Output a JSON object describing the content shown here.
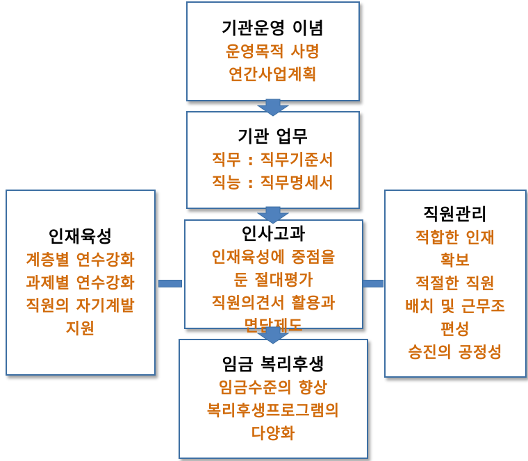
{
  "boxes": {
    "mission": {
      "title": "기관운영 이념",
      "lines": [
        "운영목적 사명",
        "연간사업계획"
      ]
    },
    "duty": {
      "title": "기관 업무",
      "lines": [
        "직무 : 직무기준서",
        "직능 : 직무명세서"
      ]
    },
    "appraisal": {
      "title": "인사고과",
      "lines": [
        "인재육성에 중점을",
        "둔 절대평가",
        "직원의견서 활용과",
        "면담제도"
      ]
    },
    "wage": {
      "title": "임금 복리후생",
      "lines": [
        "임금수준의 향상",
        "복리후생프로그램의",
        "다양화"
      ]
    },
    "training": {
      "title": "인재육성",
      "lines": [
        "계층별 연수강화",
        "과제별 연수강화",
        "직원의 자기계발",
        "지원"
      ]
    },
    "staff": {
      "title": "직원관리",
      "lines": [
        "적합한 인재",
        "확보",
        "적절한 직원",
        "배치 및 근무조",
        "편성",
        "승진의 공정성"
      ]
    }
  },
  "colors": {
    "border": "#3d6fa3",
    "arrow": "#4f81bd",
    "title_text": "#000000",
    "body_text": "#d06a0a"
  }
}
